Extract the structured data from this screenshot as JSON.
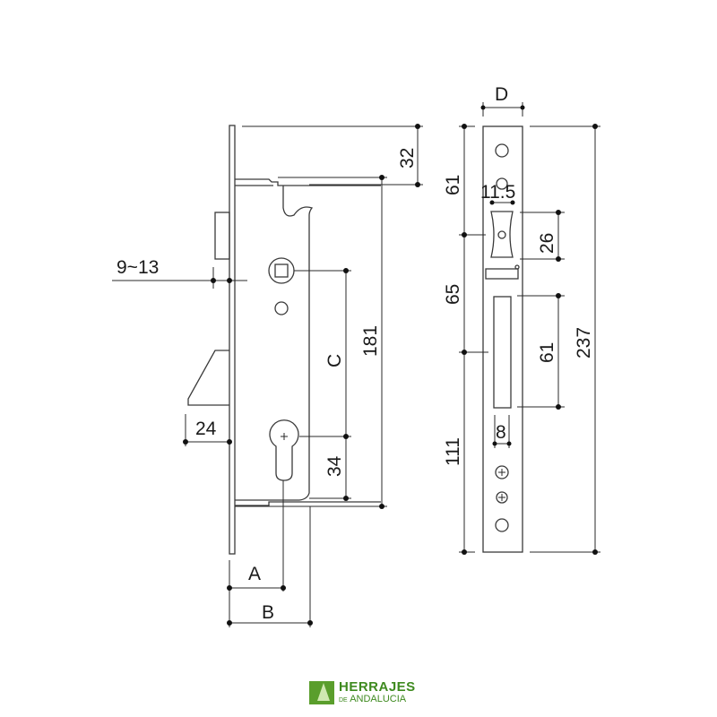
{
  "diagram": {
    "title": "Mortise lock dimensional drawing",
    "left_view": {
      "labels": {
        "backset_range": "9~13",
        "bolt_projection": "24",
        "top_offset": "32",
        "case_height": "181",
        "center_distance": "C",
        "cylinder_offset": "34",
        "dim_a": "A",
        "dim_b": "B"
      }
    },
    "right_view": {
      "labels": {
        "faceplate_width": "D",
        "screw_spacing": "11.5",
        "top_to_latch": "61",
        "latch_height": "26",
        "latch_to_bolt": "65",
        "bolt_slot_height": "61",
        "total_height": "237",
        "bottom_section": "111",
        "slot_width": "8"
      }
    }
  },
  "brand": {
    "name_line1": "HERRAJES",
    "name_prefix": "DE",
    "name_line2": "ANDALUCIA",
    "color": "#3e8a1f"
  }
}
